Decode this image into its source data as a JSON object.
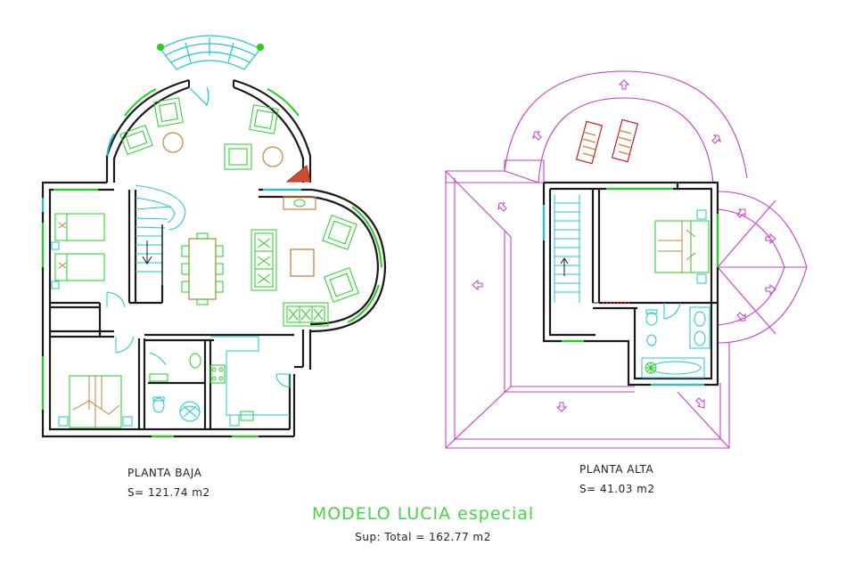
{
  "ground_floor": {
    "name": "PLANTA BAJA",
    "area": "S= 121.74 m2"
  },
  "upper_floor": {
    "name": "PLANTA ALTA",
    "area": "S= 41.03 m2"
  },
  "model_title": "MODELO LUCIA especial",
  "total_area": "Sup: Total = 162.77 m2",
  "colors": {
    "wall": "#1a1a1a",
    "cyan": "#19c8d2",
    "green": "#1ed21e",
    "magenta": "#c83cc8",
    "red": "#c81e1e",
    "brown": "#c8823c",
    "title_green": "#43d643"
  }
}
